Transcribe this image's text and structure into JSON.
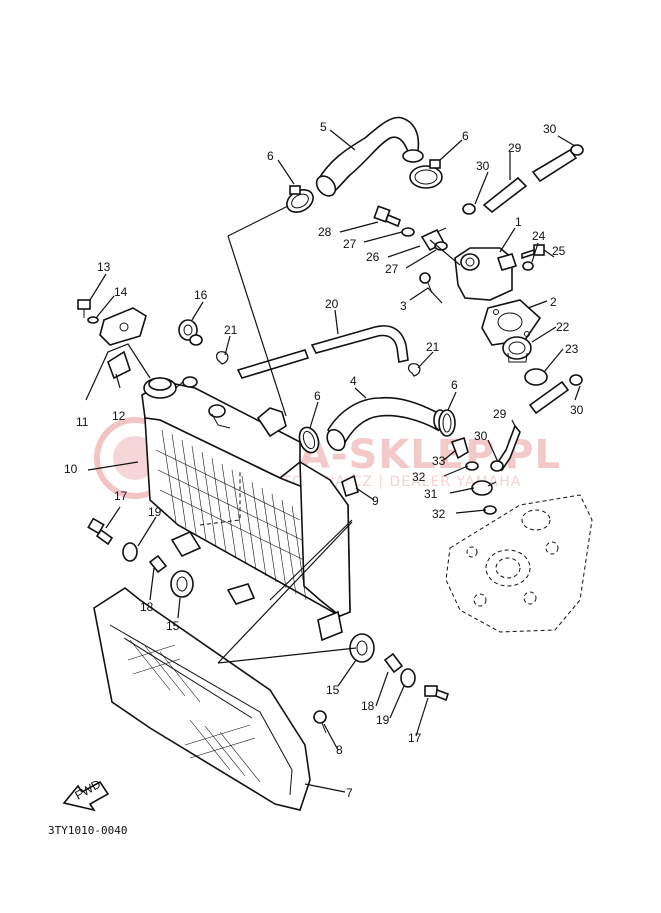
{
  "watermark": {
    "brand": "YAMA-SKLEP.PL",
    "tagline": "HURTOWNIA CZ | DEALER YAMAHA"
  },
  "diagram_code": "3TY1010-0040",
  "fwd_label": "FWD",
  "callouts": [
    {
      "id": "c5",
      "text": "5"
    },
    {
      "id": "c6a",
      "text": "6"
    },
    {
      "id": "c6b",
      "text": "6"
    },
    {
      "id": "c30a",
      "text": "30"
    },
    {
      "id": "c29a",
      "text": "29"
    },
    {
      "id": "c30b",
      "text": "30"
    },
    {
      "id": "c1",
      "text": "1"
    },
    {
      "id": "c28",
      "text": "28"
    },
    {
      "id": "c27a",
      "text": "27"
    },
    {
      "id": "c26",
      "text": "26"
    },
    {
      "id": "c27b",
      "text": "27"
    },
    {
      "id": "c24",
      "text": "24"
    },
    {
      "id": "c25",
      "text": "25"
    },
    {
      "id": "c3",
      "text": "3"
    },
    {
      "id": "c2",
      "text": "2"
    },
    {
      "id": "c22",
      "text": "22"
    },
    {
      "id": "c23",
      "text": "23"
    },
    {
      "id": "c13",
      "text": "13"
    },
    {
      "id": "c14",
      "text": "14"
    },
    {
      "id": "c16",
      "text": "16"
    },
    {
      "id": "c20",
      "text": "20"
    },
    {
      "id": "c21a",
      "text": "21"
    },
    {
      "id": "c21b",
      "text": "21"
    },
    {
      "id": "c12",
      "text": "12"
    },
    {
      "id": "c11",
      "text": "11"
    },
    {
      "id": "c10",
      "text": "10"
    },
    {
      "id": "c4",
      "text": "4"
    },
    {
      "id": "c6c",
      "text": "6"
    },
    {
      "id": "c6d",
      "text": "6"
    },
    {
      "id": "c30c",
      "text": "30"
    },
    {
      "id": "c29b",
      "text": "29"
    },
    {
      "id": "c30d",
      "text": "30"
    },
    {
      "id": "c33",
      "text": "33"
    },
    {
      "id": "c32a",
      "text": "32"
    },
    {
      "id": "c31",
      "text": "31"
    },
    {
      "id": "c32b",
      "text": "32"
    },
    {
      "id": "c9",
      "text": "9"
    },
    {
      "id": "c17a",
      "text": "17"
    },
    {
      "id": "c19a",
      "text": "19"
    },
    {
      "id": "c18a",
      "text": "18"
    },
    {
      "id": "c15a",
      "text": "15"
    },
    {
      "id": "c15b",
      "text": "15"
    },
    {
      "id": "c18b",
      "text": "18"
    },
    {
      "id": "c19b",
      "text": "19"
    },
    {
      "id": "c17b",
      "text": "17"
    },
    {
      "id": "c8",
      "text": "8"
    },
    {
      "id": "c7",
      "text": "7"
    }
  ]
}
